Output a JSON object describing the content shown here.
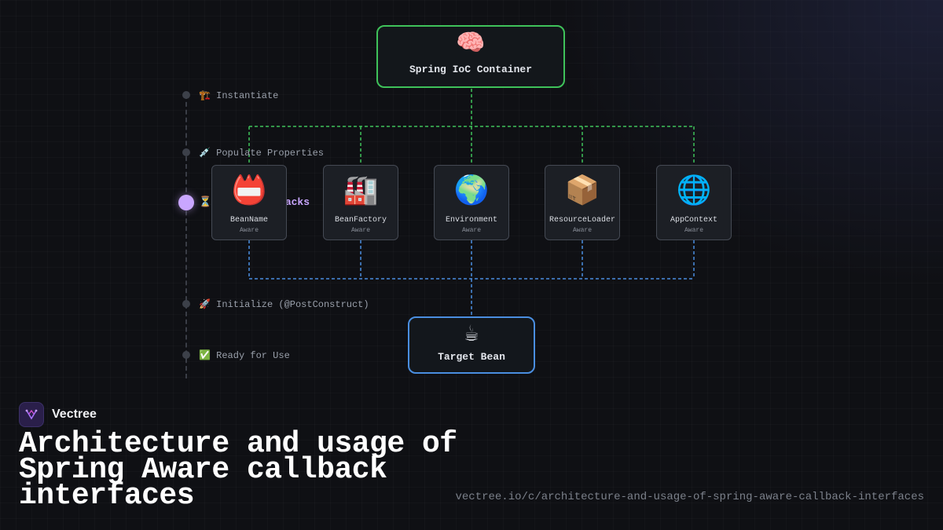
{
  "lifecycle": {
    "stages": [
      {
        "icon": "🏗️",
        "label": "Instantiate",
        "active": false
      },
      {
        "icon": "💉",
        "label": "Populate Properties",
        "active": false
      },
      {
        "icon": "⏳",
        "label": "Aware Callbacks",
        "active": true
      },
      {
        "icon": "🚀",
        "label": "Initialize (@PostConstruct)",
        "active": false
      },
      {
        "icon": "✅",
        "label": "Ready for Use",
        "active": false
      }
    ]
  },
  "container": {
    "icon": "🧠",
    "title": "Spring IoC Container"
  },
  "aware_interfaces": [
    {
      "icon": "📛",
      "name": "BeanName",
      "sub": "Aware"
    },
    {
      "icon": "🏭",
      "name": "BeanFactory",
      "sub": "Aware"
    },
    {
      "icon": "🌍",
      "name": "Environment",
      "sub": "Aware"
    },
    {
      "icon": "📦",
      "name": "ResourceLoader",
      "sub": "Aware"
    },
    {
      "icon": "🌐",
      "name": "AppContext",
      "sub": "Aware"
    }
  ],
  "target": {
    "icon": "☕",
    "title": "Target Bean"
  },
  "brand": {
    "name": "Vectree",
    "logo": "vectree-logo-icon"
  },
  "headline": "Architecture and usage of Spring Aware callback interfaces",
  "url": "vectree.io/c/architecture-and-usage-of-spring-aware-callback-interfaces",
  "colors": {
    "container_border": "#3fc25a",
    "target_border": "#4a8ee0",
    "active_stage": "#c9a6ff",
    "top_wires": "#3fc25a",
    "bottom_wires": "#4a8ee0"
  }
}
